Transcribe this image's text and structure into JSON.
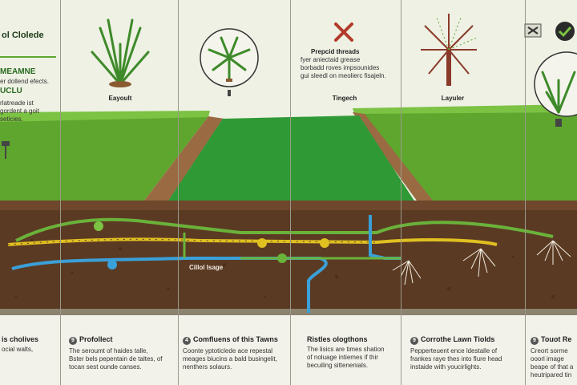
{
  "left_panel": {
    "title": "ol Clolede",
    "heading_line1": "MEAMNE",
    "heading_line2": "UCLU",
    "text_line1": "er dollend efects.",
    "text_line2": "rlatreade ist",
    "text_line3": "gordent a goit",
    "text_line4": "seticies."
  },
  "top_captions": {
    "col1": "Eayoult",
    "col3": "Tingech",
    "col4": "Layuler"
  },
  "center_note": {
    "title": "Prepcid threads",
    "line1": "fyer aniectaid grease",
    "line2": "borbadd roves impsounides",
    "line3": "gui sleedl on meolierc fisajeln."
  },
  "underground_label": "Cillol Isage",
  "bottom_sections": [
    {
      "num": "",
      "title": "is cholives",
      "line1": "ocial walts,",
      "line2": ""
    },
    {
      "num": "9",
      "title": "Profollect",
      "line1": "The seroumt of haides talle,",
      "line2": "Bster bels pepentain de taltes, of",
      "line3": "tocan sest ounde canses."
    },
    {
      "num": "4",
      "title": "Comfluens of this Tawns",
      "line1": "Coonte yptoticlede ace repestal",
      "line2": "meages biucins a bald busingelit,",
      "line3": "nenthers solaurs."
    },
    {
      "num": "",
      "title": "Ristles ologthons",
      "line1": "The lisics are times shation",
      "line2": "of noluage intiemes if thir",
      "line3": "becuiling sittenenials."
    },
    {
      "num": "9",
      "title": "Corrothe Lawn Tiolds",
      "line1": "Pepperteuent ence ldestalle of",
      "line2": "frankes raye thes into flure head",
      "line3": "instaide with youcirlights."
    },
    {
      "num": "9",
      "title": "Touot Re",
      "line1": "Creort sorme",
      "line2": "ooorl image",
      "line3": "beape of that a",
      "line4": "heutripared tin"
    }
  ],
  "colors": {
    "grass": "#4f9a2c",
    "turf": "#2e8b34",
    "soil": "#5b3a24",
    "pipe_yellow": "#e0c020",
    "pipe_green": "#6ab23a",
    "pipe_blue": "#3aa0d8",
    "background": "#eef1e4"
  },
  "icons": [
    "palm-plant-icon",
    "palm-circle-icon",
    "x-cross-icon",
    "sunburst-icon",
    "check-icon",
    "plant-circle-icon",
    "sprinkler-icon"
  ]
}
